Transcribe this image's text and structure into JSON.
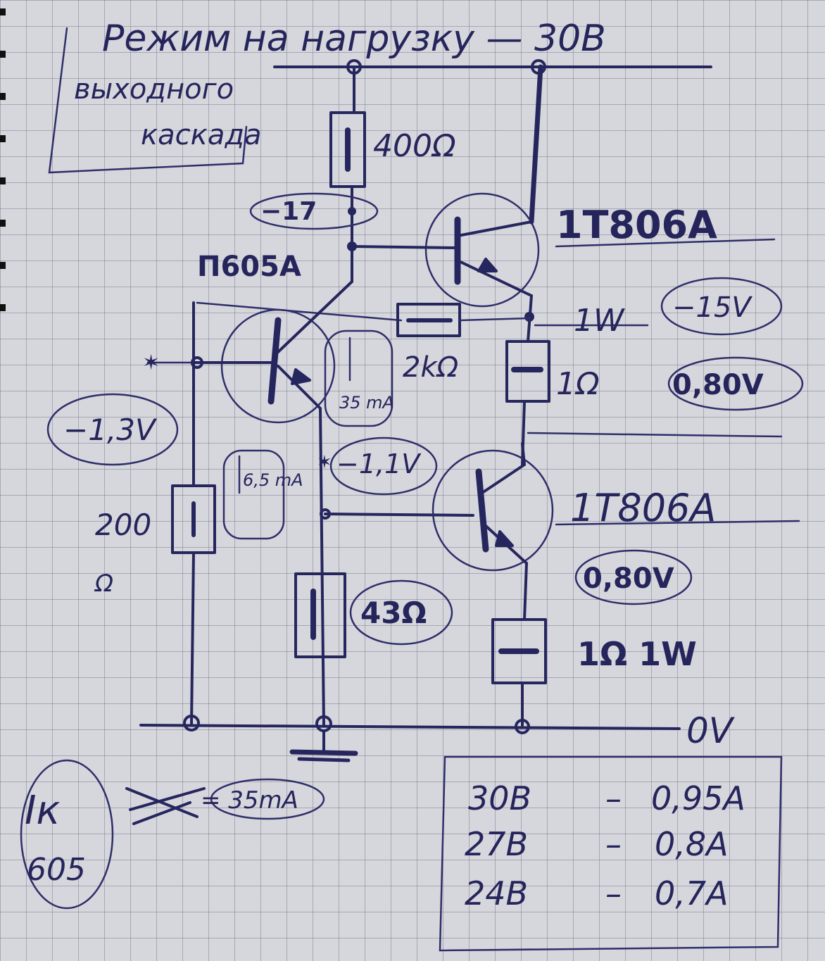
{
  "title": "Режим на нагрузку — 30В",
  "note_box": {
    "line1": "выходного",
    "line2": "каскада"
  },
  "components": {
    "r_top": "400Ω",
    "node_v1": "−17",
    "q_driver": "П605А",
    "q_upper": "1T806A",
    "r_upper_power": "1W",
    "v_upper": "−15V",
    "r_base": "2kΩ",
    "r_upper_emitter": "1Ω",
    "v_drop_upper": "0,80V",
    "i_driver": "35 mA",
    "v_input": "−1,3V",
    "v_node": "−1,1V",
    "i_bias": "6,5 mA",
    "r_bias": "200",
    "r_bias_unit": "Ω",
    "r_emitter": "43Ω",
    "q_lower": "1T806A",
    "v_drop_lower": "0,80V",
    "r_lower_emitter": "1Ω 1W",
    "ground_label": "0V"
  },
  "current_note": {
    "symbol": "Iк",
    "device": "605",
    "value": "= 35mA"
  },
  "supply_table": [
    {
      "voltage": "30В",
      "current": "0,95A"
    },
    {
      "voltage": "27В",
      "current": "0,8A"
    },
    {
      "voltage": "24В",
      "current": "0,7A"
    }
  ]
}
